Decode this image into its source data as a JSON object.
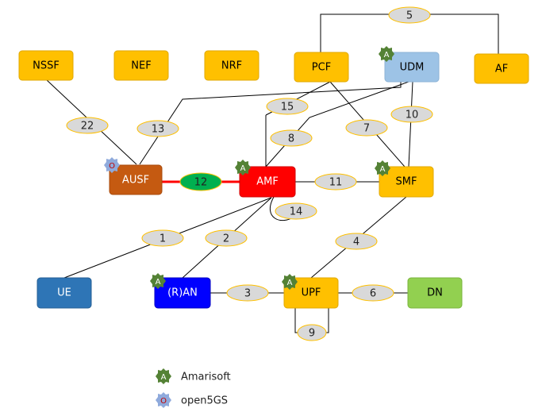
{
  "colors": {
    "function_gold": "#ffc000",
    "function_gold_border": "#e0a800",
    "udm_blue": "#9dc3e6",
    "ausf_brown": "#c55a11",
    "amf_red": "#ff0000",
    "ue_blue": "#2e75b6",
    "ran_blue": "#0000ff",
    "dn_green": "#92d050",
    "label_gray": "#d9d9d9",
    "label_border": "#ffc000",
    "link12_green": "#00b050",
    "amarisoft_green": "#548235",
    "open5gs_blue": "#8faadc",
    "open5gs_red": "#c00000"
  },
  "nodes": {
    "nssf": "NSSF",
    "nef": "NEF",
    "nrf": "NRF",
    "pcf": "PCF",
    "udm": "UDM",
    "af": "AF",
    "ausf": "AUSF",
    "amf": "AMF",
    "smf": "SMF",
    "ue": "UE",
    "ran": "(R)AN",
    "upf": "UPF",
    "dn": "DN"
  },
  "links": {
    "l1": "1",
    "l2": "2",
    "l3": "3",
    "l4": "4",
    "l5": "5",
    "l6": "6",
    "l7": "7",
    "l8": "8",
    "l9": "9",
    "l10": "10",
    "l11": "11",
    "l12": "12",
    "l13": "13",
    "l14": "14",
    "l15": "15",
    "l22": "22"
  },
  "badges": {
    "amarisoft_letter": "A",
    "open5gs_letter": "O"
  },
  "legend": {
    "amarisoft": "Amarisoft",
    "open5gs": "open5GS"
  }
}
